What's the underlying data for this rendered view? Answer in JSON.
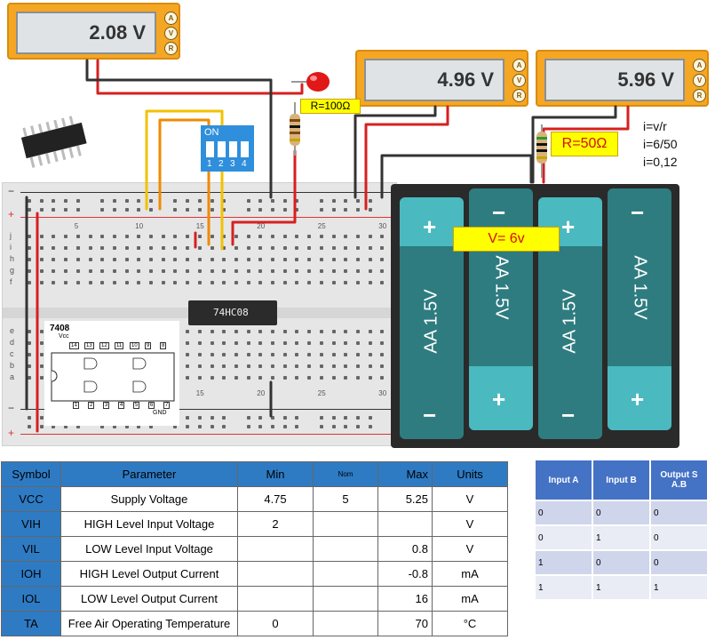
{
  "meters": [
    {
      "value": "2.08 V",
      "buttons": [
        "A",
        "V",
        "R"
      ]
    },
    {
      "value": "4.96 V",
      "buttons": [
        "A",
        "V",
        "R"
      ]
    },
    {
      "value": "5.96 V",
      "buttons": [
        "A",
        "V",
        "R"
      ]
    }
  ],
  "resistor_labels": {
    "r1": "R=100Ω",
    "r2": "R=50Ω"
  },
  "calc": [
    "i=v/r",
    "i=6/50",
    "i=0,12"
  ],
  "dip_switch": {
    "on_label": "ON",
    "numbers": [
      "1",
      "2",
      "3",
      "4"
    ]
  },
  "chip_label": "74HC08",
  "battery": {
    "voltage_label": "V= 6v",
    "cell_label": "AA 1.5V",
    "plus": "+",
    "minus": "−"
  },
  "breadboard": {
    "columns_top": [
      "5",
      "10",
      "15",
      "20",
      "25",
      "30"
    ],
    "row_letters_top": [
      "j",
      "i",
      "h",
      "g",
      "f"
    ],
    "row_letters_bottom": [
      "e",
      "d",
      "c",
      "b",
      "a"
    ],
    "rail_plus": "+",
    "rail_minus": "−"
  },
  "pinout": {
    "title": "7408",
    "vcc": "Vcc",
    "gnd": "GND",
    "top_pins": [
      "14",
      "13",
      "12",
      "11",
      "10",
      "9",
      "8"
    ],
    "bottom_pins": [
      "1",
      "2",
      "3",
      "4",
      "5",
      "6",
      "7"
    ]
  },
  "params_table": {
    "headers": [
      "Symbol",
      "Parameter",
      "Min",
      "Nom",
      "Max",
      "Units"
    ],
    "rows": [
      [
        "VCC",
        "Supply Voltage",
        "4.75",
        "5",
        "5.25",
        "V"
      ],
      [
        "VIH",
        "HIGH Level Input Voltage",
        "2",
        "",
        "",
        "V"
      ],
      [
        "VIL",
        "LOW Level Input Voltage",
        "",
        "",
        "0.8",
        "V"
      ],
      [
        "IOH",
        "HIGH Level Output Current",
        "",
        "",
        "-0.8",
        "mA"
      ],
      [
        "IOL",
        "LOW Level Output Current",
        "",
        "",
        "16",
        "mA"
      ],
      [
        "TA",
        "Free Air Operating Temperature",
        "0",
        "",
        "70",
        "°C"
      ]
    ]
  },
  "truth_table": {
    "headers": [
      "Input A",
      "Input B",
      "Output S A.B"
    ],
    "rows": [
      [
        "0",
        "0",
        "0"
      ],
      [
        "0",
        "1",
        "0"
      ],
      [
        "1",
        "0",
        "0"
      ],
      [
        "1",
        "1",
        "1"
      ]
    ]
  }
}
